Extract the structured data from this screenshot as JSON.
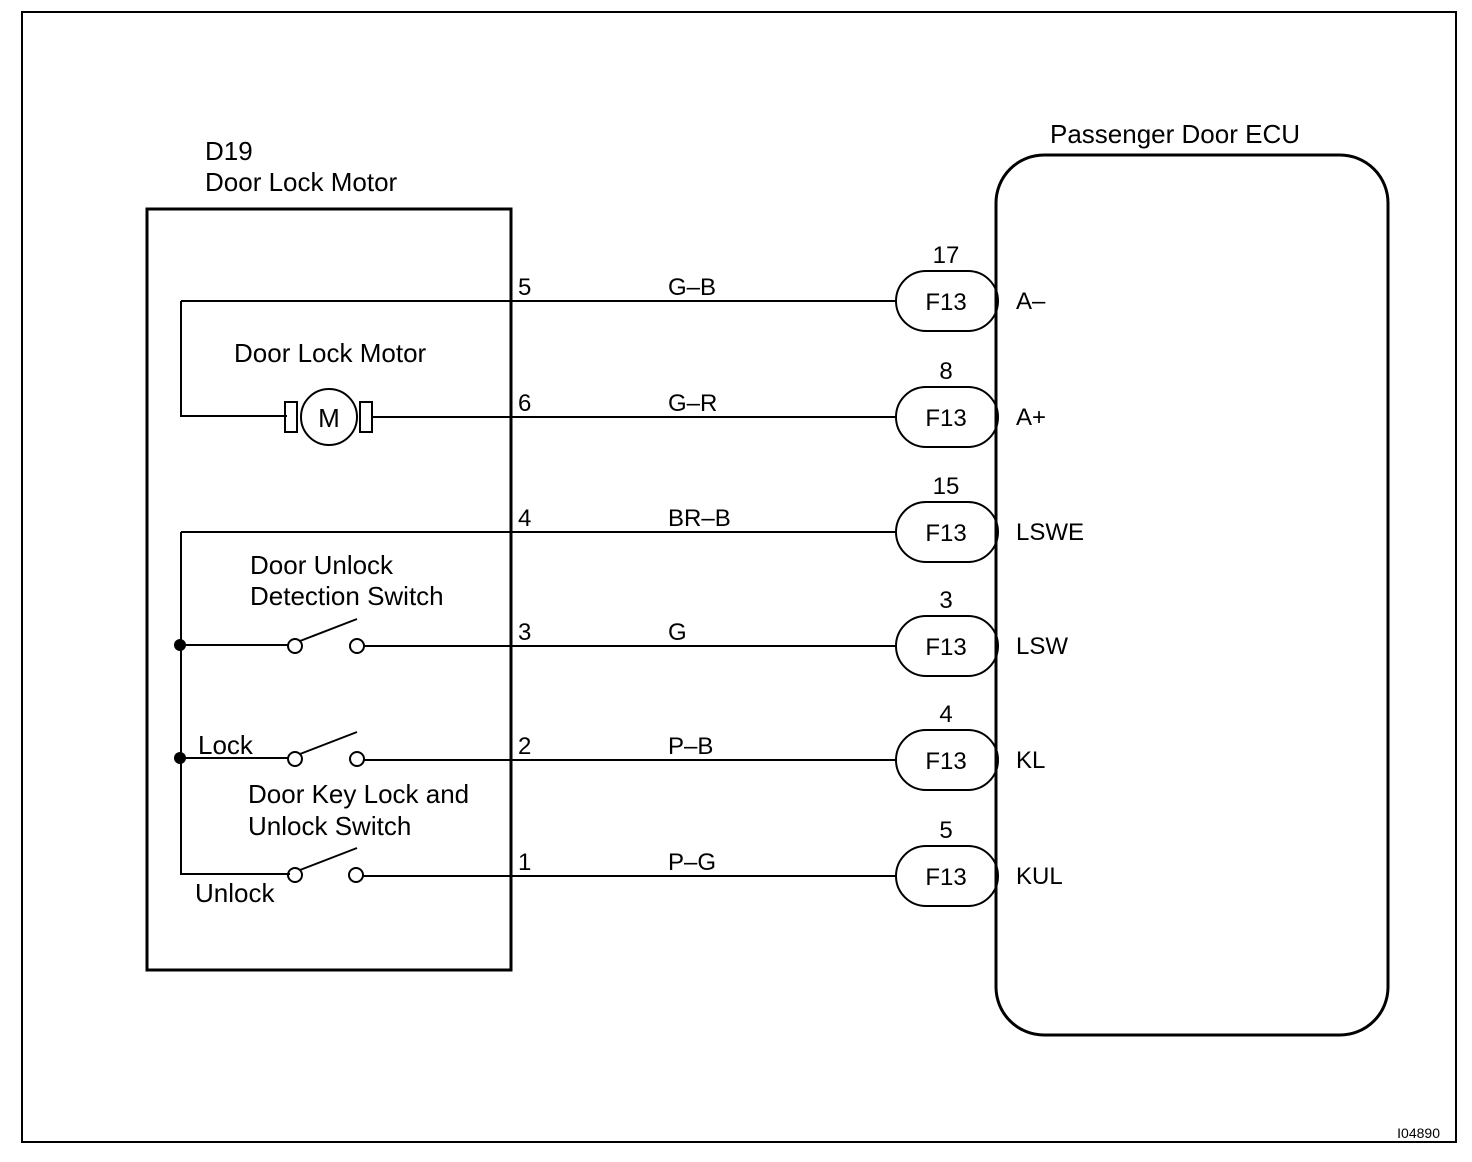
{
  "figure_id": "I04890",
  "motor_unit": {
    "code": "D19",
    "name": "Door Lock Motor",
    "motor_label": "Door Lock Motor",
    "motor_symbol": "M",
    "unlock_switch_label_line1": "Door Unlock",
    "unlock_switch_label_line2": "Detection Switch",
    "key_switch_label_line1": "Door Key Lock and",
    "key_switch_label_line2": "Unlock Switch",
    "lock_label": "Lock",
    "unlock_label": "Unlock"
  },
  "ecu": {
    "name": "Passenger Door ECU"
  },
  "connections": [
    {
      "motor_pin": "5",
      "wire_color": "G–B",
      "connector": "F13",
      "ecu_pin": "17",
      "ecu_terminal": "A–"
    },
    {
      "motor_pin": "6",
      "wire_color": "G–R",
      "connector": "F13",
      "ecu_pin": "8",
      "ecu_terminal": "A+"
    },
    {
      "motor_pin": "4",
      "wire_color": "BR–B",
      "connector": "F13",
      "ecu_pin": "15",
      "ecu_terminal": "LSWE"
    },
    {
      "motor_pin": "3",
      "wire_color": "G",
      "connector": "F13",
      "ecu_pin": "3",
      "ecu_terminal": "LSW"
    },
    {
      "motor_pin": "2",
      "wire_color": "P–B",
      "connector": "F13",
      "ecu_pin": "4",
      "ecu_terminal": "KL"
    },
    {
      "motor_pin": "1",
      "wire_color": "P–G",
      "connector": "F13",
      "ecu_pin": "5",
      "ecu_terminal": "KUL"
    }
  ]
}
